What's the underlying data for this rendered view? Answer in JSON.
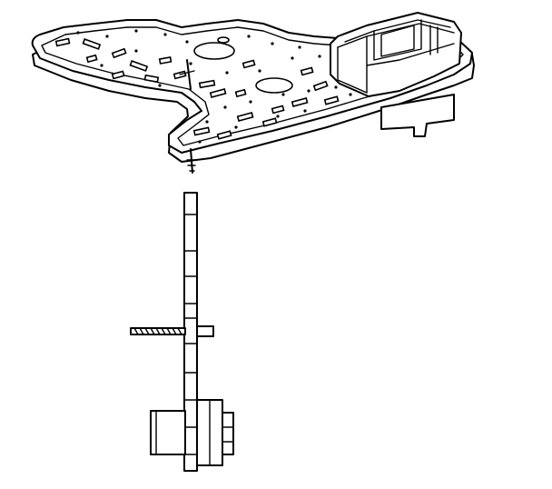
{
  "figure": {
    "kind": "line-art technical illustration",
    "colors": {
      "ink": "#000000",
      "paper": "#ffffff"
    },
    "parts": [
      {
        "id": "top-view",
        "name": "plate-top-view"
      },
      {
        "id": "side-view",
        "name": "plate-side-view"
      }
    ]
  }
}
